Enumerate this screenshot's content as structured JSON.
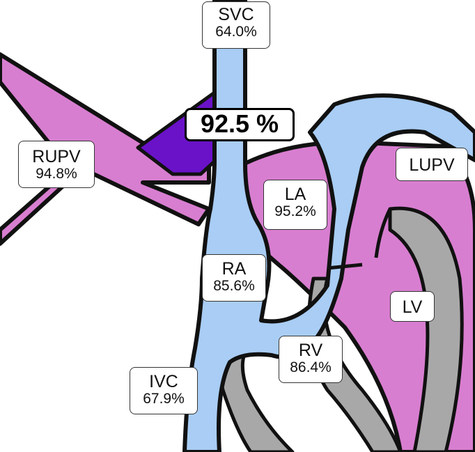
{
  "colors": {
    "oxygenated": "#d87ed0",
    "deoxygenated": "#a9cdf4",
    "mixed": "#6a12c8",
    "septum": "#a8a8a8",
    "outline": "#111111"
  },
  "labels": {
    "svc": {
      "name": "SVC",
      "value": "64.0%"
    },
    "rupv": {
      "name": "RUPV",
      "value": "94.8%"
    },
    "la": {
      "name": "LA",
      "value": "95.2%"
    },
    "lupv": {
      "name": "LUPV"
    },
    "ra": {
      "name": "RA",
      "value": "85.6%"
    },
    "lv": {
      "name": "LV"
    },
    "rv": {
      "name": "RV",
      "value": "86.4%"
    },
    "ivc": {
      "name": "IVC",
      "value": "67.9%"
    }
  },
  "baffle_saturation": "92.5 %"
}
